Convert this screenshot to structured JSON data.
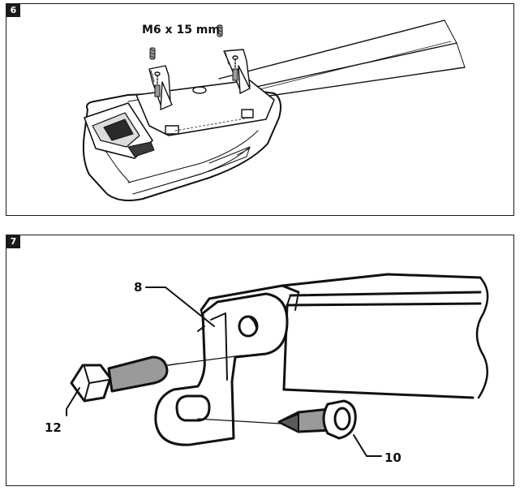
{
  "steps": [
    {
      "number": "6",
      "screw_spec": "M6 x 15 mm"
    },
    {
      "number": "7",
      "callouts": {
        "bracket": "8",
        "pin": "12",
        "bolt": "10"
      }
    }
  ],
  "colors": {
    "line": "#111111",
    "shade": "#9a9a9a",
    "dark": "#2a2a2a",
    "background": "#ffffff"
  }
}
